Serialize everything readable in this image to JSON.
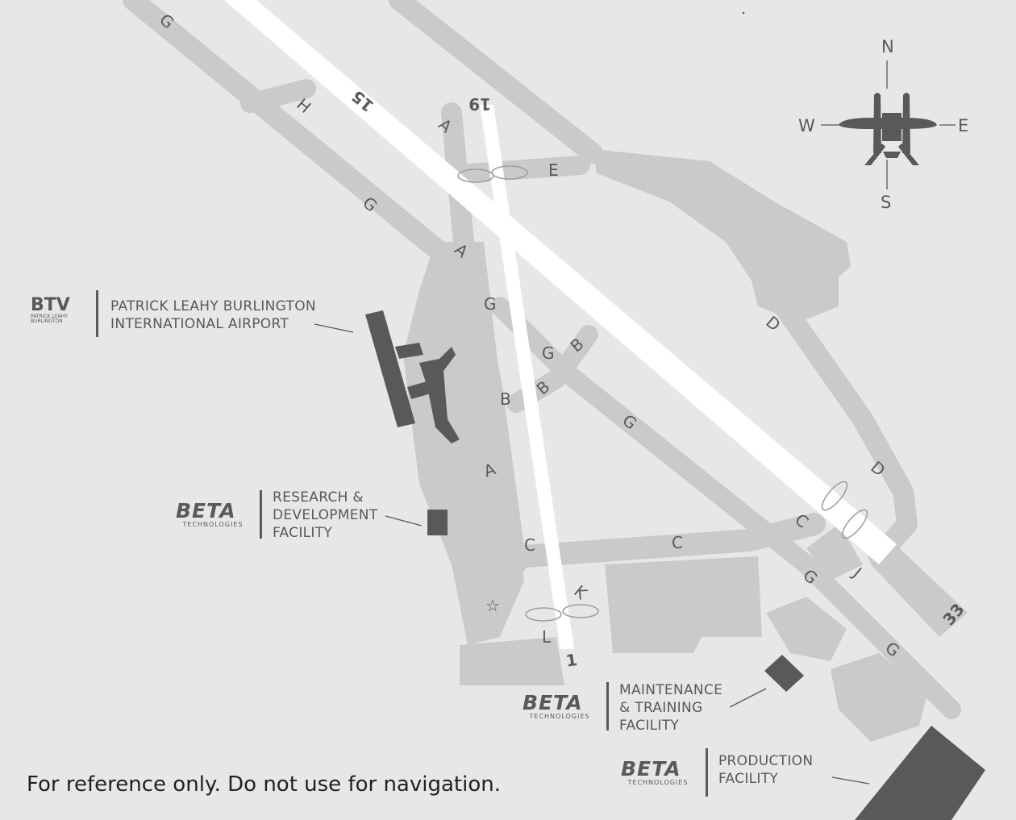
{
  "airport": {
    "logo_text": "BTV",
    "logo_subtext": "PATRICK LEAHY BURLINGTON",
    "name": "PATRICK LEAHY BURLINGTON\nINTERNATIONAL AIRPORT"
  },
  "facilities": [
    {
      "logo_word": "BETA",
      "logo_sub": "TECHNOLOGIES",
      "name": "RESEARCH &\nDEVELOPMENT\nFACILITY"
    },
    {
      "logo_word": "BETA",
      "logo_sub": "TECHNOLOGIES",
      "name": "MAINTENANCE\n& TRAINING\nFACILITY"
    },
    {
      "logo_word": "BETA",
      "logo_sub": "TECHNOLOGIES",
      "name": "PRODUCTION\nFACILITY"
    }
  ],
  "runways": [
    {
      "ends": [
        "15",
        "33"
      ]
    },
    {
      "ends": [
        "19",
        "1"
      ]
    }
  ],
  "taxiway_labels": [
    "G",
    "H",
    "G",
    "A",
    "A",
    "G",
    "B",
    "G",
    "B",
    "B",
    "A",
    "C",
    "C",
    "E",
    "D",
    "D",
    "C",
    "G",
    "J",
    "G",
    "K",
    "L"
  ],
  "compass": {
    "n": "N",
    "s": "S",
    "e": "E",
    "w": "W",
    "icon": "aircraft-icon"
  },
  "disclaimer": "For reference only. Do not use for navigation.",
  "colors": {
    "background": "#e6e7e8",
    "taxiway": "#c9cacb",
    "runway": "#ffffff",
    "building": "#58595b",
    "text": "#58595b"
  }
}
